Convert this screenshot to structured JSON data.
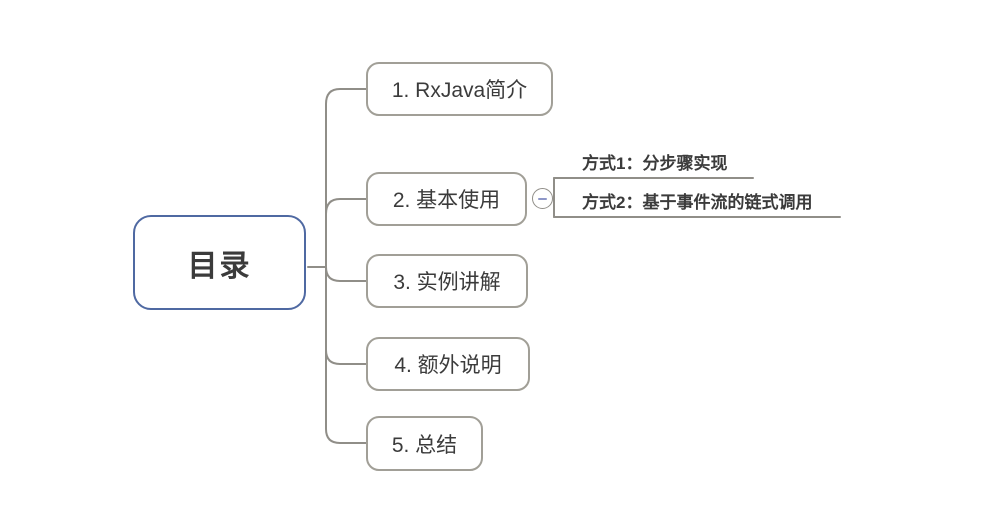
{
  "diagram": {
    "root": {
      "label": "目录"
    },
    "topics": [
      {
        "label": "1. RxJava简介"
      },
      {
        "label": "2. 基本使用"
      },
      {
        "label": "3. 实例讲解"
      },
      {
        "label": "4. 额外说明"
      },
      {
        "label": "5. 总结"
      }
    ],
    "subtopics": [
      {
        "label": "方式1：分步骤实现"
      },
      {
        "label": "方式2：基于事件流的链式调用"
      }
    ],
    "icons": {
      "collapse": "minus-icon"
    },
    "colors": {
      "background": "#ffffff",
      "root_border": "#4f69a2",
      "topic_border": "#a19f97",
      "connector": "#908e88",
      "text": "#3b3b3b",
      "collapse_glyph": "#8e97c8"
    }
  }
}
